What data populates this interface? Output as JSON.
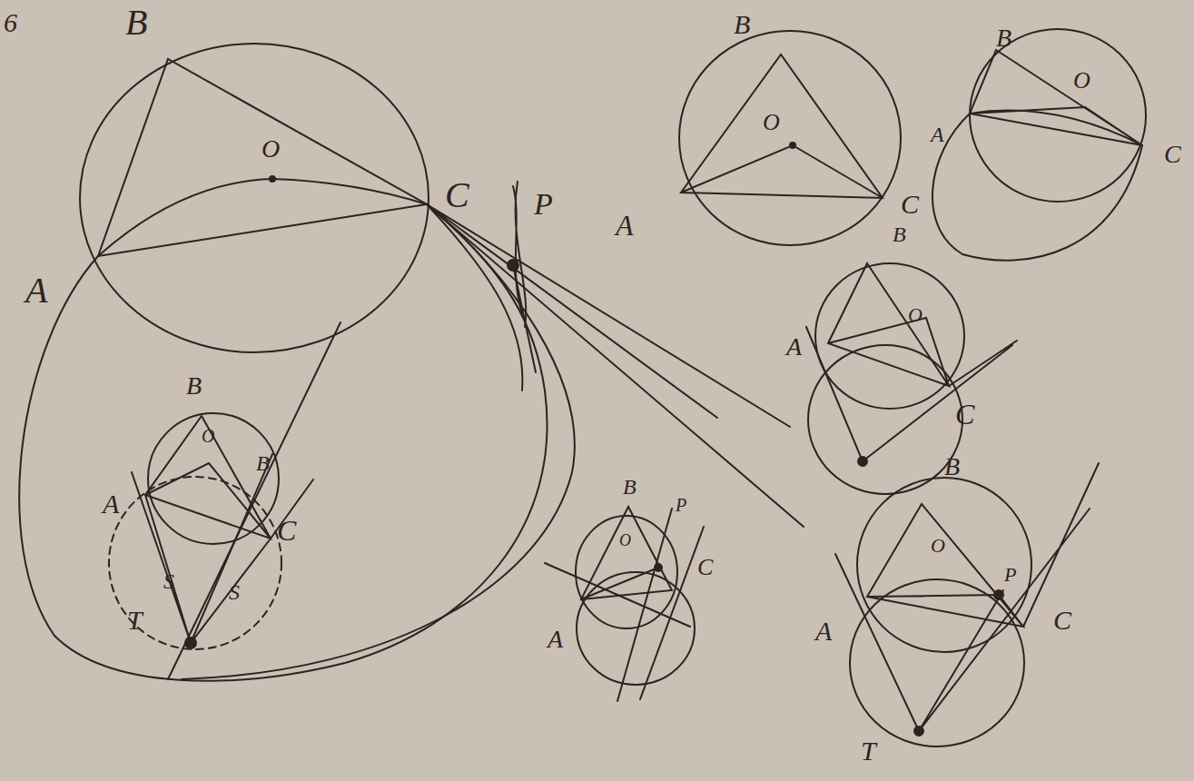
{
  "diagram": {
    "labels": [
      "6",
      "B",
      "O",
      "C",
      "P",
      "A",
      "B",
      "O",
      "C",
      "A",
      "B",
      "O",
      "A",
      "C",
      "B",
      "O",
      "A",
      "C",
      "B",
      "O",
      "B",
      "A",
      "C",
      "S",
      "S",
      "T",
      "B",
      "O",
      "P",
      "C",
      "A",
      "B",
      "O",
      "P",
      "A",
      "C",
      "T"
    ]
  }
}
